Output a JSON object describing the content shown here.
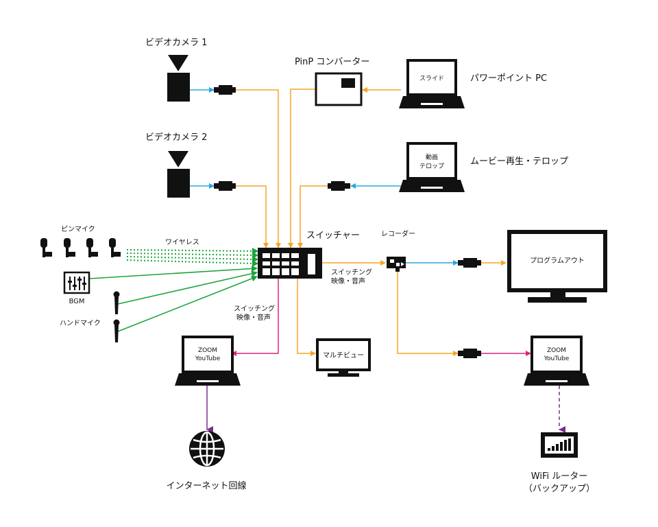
{
  "labels": {
    "camera1": "ビデオカメラ 1",
    "camera2": "ビデオカメラ 2",
    "pinp": "PinP コンバーター",
    "powerpoint_pc": "パワーポイント PC",
    "slide_screen": "スライド",
    "movie_pc": "ムービー再生・テロップ",
    "movie_screen_1": "動画",
    "movie_screen_2": "テロップ",
    "pin_mic": "ピンマイク",
    "wireless": "ワイヤレス",
    "bgm": "BGM",
    "hand_mic": "ハンドマイク",
    "switcher": "スイッチャー",
    "recorder": "レコーダー",
    "switching_right_1": "スイッチング",
    "switching_right_2": "映像・音声",
    "switching_left_1": "スイッチング",
    "switching_left_2": "映像・音声",
    "program_out": "プログラムアウト",
    "multiview": "マルチビュー",
    "zoom_left_1": "ZOOM",
    "zoom_left_2": "YouTube",
    "zoom_right_1": "ZOOM",
    "zoom_right_2": "YouTube",
    "internet": "インターネット回線",
    "wifi_1": "WiFi ルーター",
    "wifi_2": "（バックアップ）"
  },
  "colors": {
    "hdmi": "#f5a623",
    "usb": "#29a8e0",
    "audio": "#1aa33a",
    "network": "#e0247a",
    "internet": "#7b2d8e",
    "device": "#111111"
  }
}
